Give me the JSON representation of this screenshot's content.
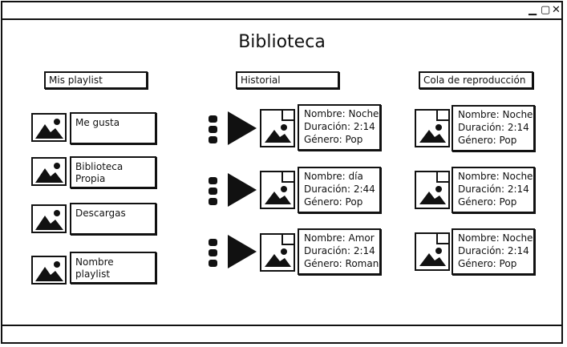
{
  "window": {
    "controls": [
      "▁",
      "▢",
      "✕"
    ]
  },
  "page": {
    "title": "Biblioteca"
  },
  "columns": {
    "playlists": {
      "header": "Mis playlist"
    },
    "history": {
      "header": "Historial"
    },
    "queue": {
      "header": "Cola de reproducción"
    }
  },
  "playlists": [
    {
      "label": "Me gusta"
    },
    {
      "label": "Biblioteca Propia"
    },
    {
      "label": "Descargas"
    },
    {
      "label": "Nombre playlist"
    }
  ],
  "history": [
    {
      "name": "Nombre: Noche",
      "duration": "Duración: 2:14",
      "genre": "Género: Pop"
    },
    {
      "name": "Nombre: día",
      "duration": "Duración: 2:44",
      "genre": "Género: Pop"
    },
    {
      "name": "Nombre: Amor",
      "duration": "Duración: 2:14",
      "genre": "Género: Roman"
    }
  ],
  "queue": [
    {
      "name": "Nombre: Noche",
      "duration": "Duración: 2:14",
      "genre": "Género: Pop"
    },
    {
      "name": "Nombre: Noche",
      "duration": "Duración: 2:14",
      "genre": "Género: Pop"
    },
    {
      "name": "Nombre: Noche",
      "duration": "Duración: 2:14",
      "genre": "Género: Pop"
    }
  ],
  "icons": {
    "thumbnail": "image-icon",
    "document": "image-document-icon",
    "menu": "drag-handle-icon",
    "play": "play-icon"
  }
}
